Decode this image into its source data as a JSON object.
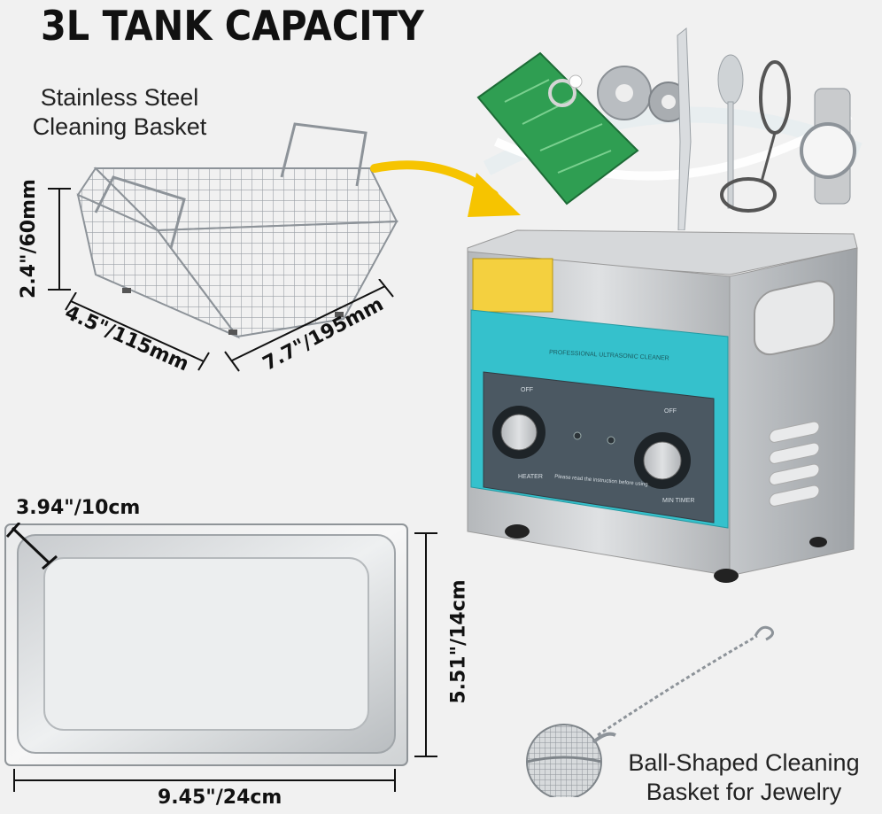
{
  "title": "3L TANK CAPACITY",
  "basket": {
    "caption_line1": "Stainless Steel",
    "caption_line2": "Cleaning Basket",
    "height_label": "2.4\"/60mm",
    "depth_label": "4.5\"/115mm",
    "width_label": "7.7\"/195mm"
  },
  "tank": {
    "depth_label": "3.94\"/10cm",
    "height_label": "5.51\"/14cm",
    "width_label": "9.45\"/24cm"
  },
  "ball_basket": {
    "caption_line1": "Ball-Shaped Cleaning",
    "caption_line2": "Basket for Jewelry"
  },
  "machine": {
    "panel_title": "PROFESSIONAL ULTRASONIC CLEANER",
    "heater_label": "HEATER",
    "timer_label": "MIN TIMER",
    "instruction_note": "Please read the instruction before using",
    "heater_off": "OFF",
    "timer_off": "OFF"
  },
  "colors": {
    "panel_teal": "#35c1cc",
    "arrow_yellow": "#f6c400",
    "steel": "#c9cbcd"
  }
}
